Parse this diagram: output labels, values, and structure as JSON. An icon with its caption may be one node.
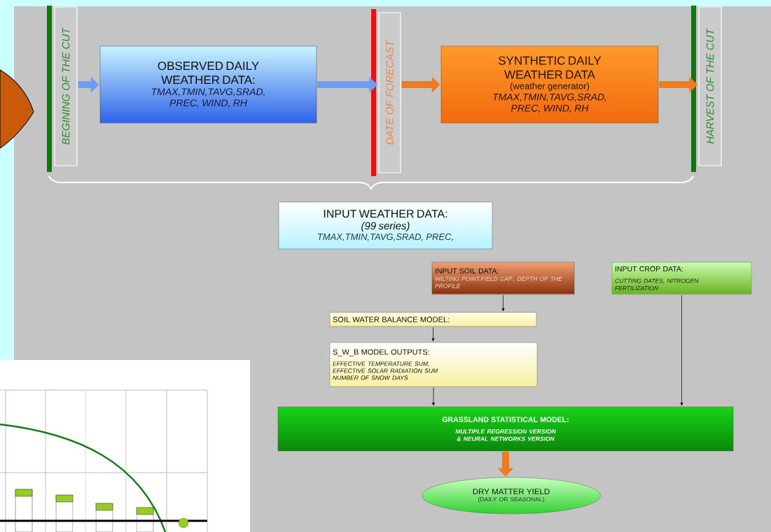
{
  "diagram": {
    "nodes": [
      {
        "text": [
          "BEGINING OF THE CUT"
        ]
      },
      {
        "text": [
          "OBSERVED DAILY WEATHER DATA:",
          "TMAX,TMIN,TAVG,SRAD, PREC, WIND, RH"
        ]
      },
      {
        "text": [
          "DATE OF FORECAST"
        ]
      },
      {
        "text": [
          "SYNTHETIC DAILY WEATHER DATA",
          "(weather generator)",
          "TMAX,TMIN,TAVG,SRAD, PREC, WIND, RH"
        ]
      },
      {
        "text": [
          "HARVEST OF THE CUT"
        ]
      },
      {
        "text": [
          "INPUT WEATHER DATA:",
          "(99 series)",
          "TMAX,TMIN,TAVG,SRAD, PREC,"
        ]
      },
      {
        "text": [
          "INPUT SOIL DATA:",
          "WILTING POINT,FIELD CAP., DEPTH OF THE PROFILE"
        ]
      },
      {
        "text": [
          "INPUT CROP DATA:",
          "CUTTING DATES, NITROGEN FERTILIZATION"
        ]
      },
      {
        "text": [
          "SOIL WATER BALANCE MODEL:"
        ]
      },
      {
        "text": [
          "S_W_B MODEL OUTPUTS:",
          "EFFECTIVE TEMPERATURE SUM, EFFECTIVE SOLAR RADIATION SUM NUMBER OF SNOW DAYS"
        ]
      },
      {
        "text": [
          "GRASSLAND STATISTICAL MODEL:",
          "MULTIPLE REGRESSION VERSION & NEURAL NETWORKS VERSION"
        ]
      },
      {
        "text": [
          "DRY MATTER YIELD",
          "(DAILY OR SEASONAL)"
        ]
      },
      {
        "text": [],
        "shape": "chevron"
      }
    ],
    "edges": [
      {
        "from": 0,
        "to": 1,
        "arrow": "to",
        "color": "#6f9cf5"
      },
      {
        "from": 1,
        "to": 2,
        "arrow": "to",
        "color": "#6f9cf5"
      },
      {
        "from": 2,
        "to": 3,
        "arrow": "to",
        "color": "#f27a1e"
      },
      {
        "from": 3,
        "to": 4,
        "arrow": "to",
        "color": "#f27a1e"
      },
      {
        "from": 6,
        "to": 8,
        "arrow": "to"
      },
      {
        "from": 8,
        "to": 9,
        "arrow": "to"
      },
      {
        "from": 9,
        "to": 10,
        "arrow": "to"
      },
      {
        "from": 7,
        "to": 10,
        "arrow": "to"
      },
      {
        "from": 10,
        "to": 11,
        "arrow": "to",
        "color": "#f27a1e"
      }
    ]
  }
}
